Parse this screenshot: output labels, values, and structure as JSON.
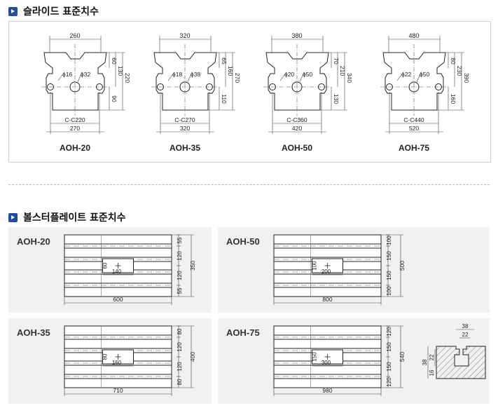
{
  "section1": {
    "title": "슬라이드 표준치수"
  },
  "section2": {
    "title": "볼스터플레이트 표준치수"
  },
  "slides": [
    {
      "model": "AOH-20",
      "top_width": "260",
      "d_small": "ϕ16",
      "d_large": "ϕ32",
      "h_top": "60",
      "h_mid": "130",
      "h_total": "220",
      "h_bottom": "90",
      "cc": "C-C220",
      "width": "270"
    },
    {
      "model": "AOH-35",
      "top_width": "320",
      "d_small": "ϕ18",
      "d_large": "ϕ38",
      "h_top": "65",
      "h_mid": "160",
      "h_total": "270",
      "h_bottom": "110",
      "cc": "C-C270",
      "width": "320"
    },
    {
      "model": "AOH-50",
      "top_width": "380",
      "d_small": "ϕ20",
      "d_large": "ϕ50",
      "h_top": "70",
      "h_mid": "210",
      "h_total": "340",
      "h_bottom": "130",
      "cc": "C-C360",
      "width": "420"
    },
    {
      "model": "AOH-75",
      "top_width": "480",
      "d_small": "ϕ22",
      "d_large": "ϕ50",
      "h_top": "80",
      "h_mid": "230",
      "h_total": "390",
      "h_bottom": "160",
      "cc": "C-C440",
      "width": "520"
    }
  ],
  "bolsters": [
    {
      "model": "AOH-20",
      "width": "600",
      "height": "350",
      "center_w": "140",
      "center_h": "60",
      "seg_top": "55",
      "seg_mid1": "120",
      "seg_mid2": "120",
      "seg_bot": "55"
    },
    {
      "model": "AOH-50",
      "width": "800",
      "height": "500",
      "center_w": "200",
      "center_h": "100",
      "seg_top": "100",
      "seg_mid1": "150",
      "seg_mid2": "150",
      "seg_bot": "100"
    },
    {
      "model": "AOH-35",
      "width": "710",
      "height": "400",
      "center_w": "160",
      "center_h": "80",
      "seg_top": "80",
      "seg_mid1": "120",
      "seg_mid2": "120",
      "seg_bot": "80"
    },
    {
      "model": "AOH-75",
      "width": "980",
      "height": "540",
      "center_w": "300",
      "center_h": "150",
      "seg_top": "120",
      "seg_mid1": "150",
      "seg_mid2": "150",
      "seg_bot": "120"
    }
  ],
  "tslot": {
    "top": "38",
    "slot": "22",
    "depth": "38",
    "neck": "22",
    "head": "16"
  }
}
